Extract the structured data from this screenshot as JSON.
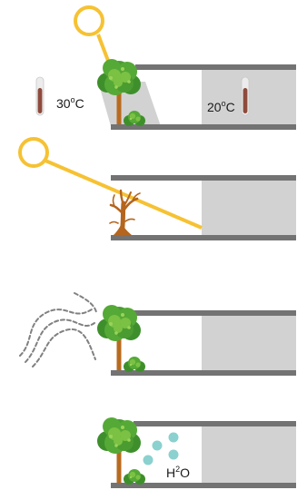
{
  "panels": [
    {
      "id": "sun-high-shade",
      "labels": {
        "outside_temp": "30",
        "outside_unit": "C",
        "inside_temp": "20",
        "inside_unit": "C",
        "degree_symbol": "o"
      }
    },
    {
      "id": "sun-low-bare-tree"
    },
    {
      "id": "wind-tree"
    },
    {
      "id": "evapotranspiration",
      "labels": {
        "water_h": "H",
        "water_2": "2",
        "water_o": "O"
      }
    }
  ],
  "colors": {
    "sun": "#F6C233",
    "roof_floor": "#737373",
    "wall_fill": "#D2D2D2",
    "shadow": "#D2D2D2",
    "leaf_dark": "#3E8F2C",
    "leaf_mid": "#55A936",
    "leaf_light": "#7BC143",
    "leaf_highlight": "#9BD35A",
    "trunk": "#B86A1E",
    "bare_tree": "#B5651D",
    "thermometer_fill": "#8E4A3C",
    "thermometer_tube": "#ECECEC",
    "wind": "#808080",
    "water_drop": "#8AD1CF"
  }
}
